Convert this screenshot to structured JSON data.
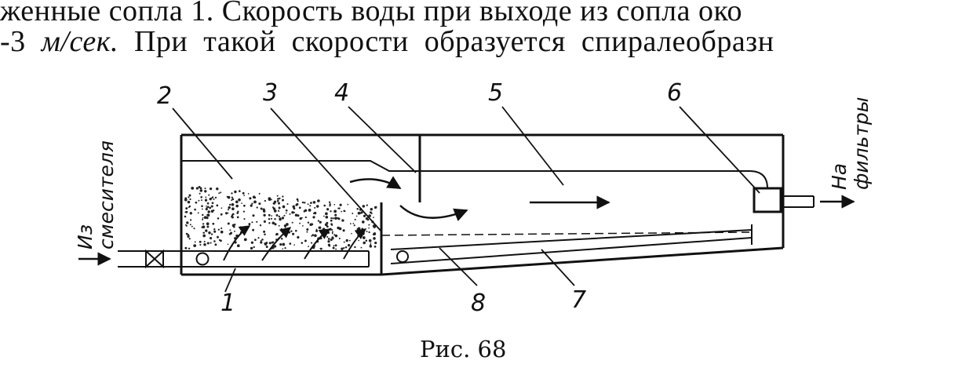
{
  "text": {
    "line1": "женные сопла 1. Скорость воды при выходе из сопла око",
    "line2_a": "-3 ",
    "line2_unit": "м/сек.",
    "line2_b": " При такой скорости образуется спиралеобразн"
  },
  "diagram": {
    "labels": [
      "1",
      "2",
      "3",
      "4",
      "5",
      "6",
      "7",
      "8"
    ],
    "inlet_label_1": "Из",
    "inlet_label_2": "смесителя",
    "outlet_label_1": "На",
    "outlet_label_2": "фильтры"
  },
  "caption": "Рис. 68"
}
